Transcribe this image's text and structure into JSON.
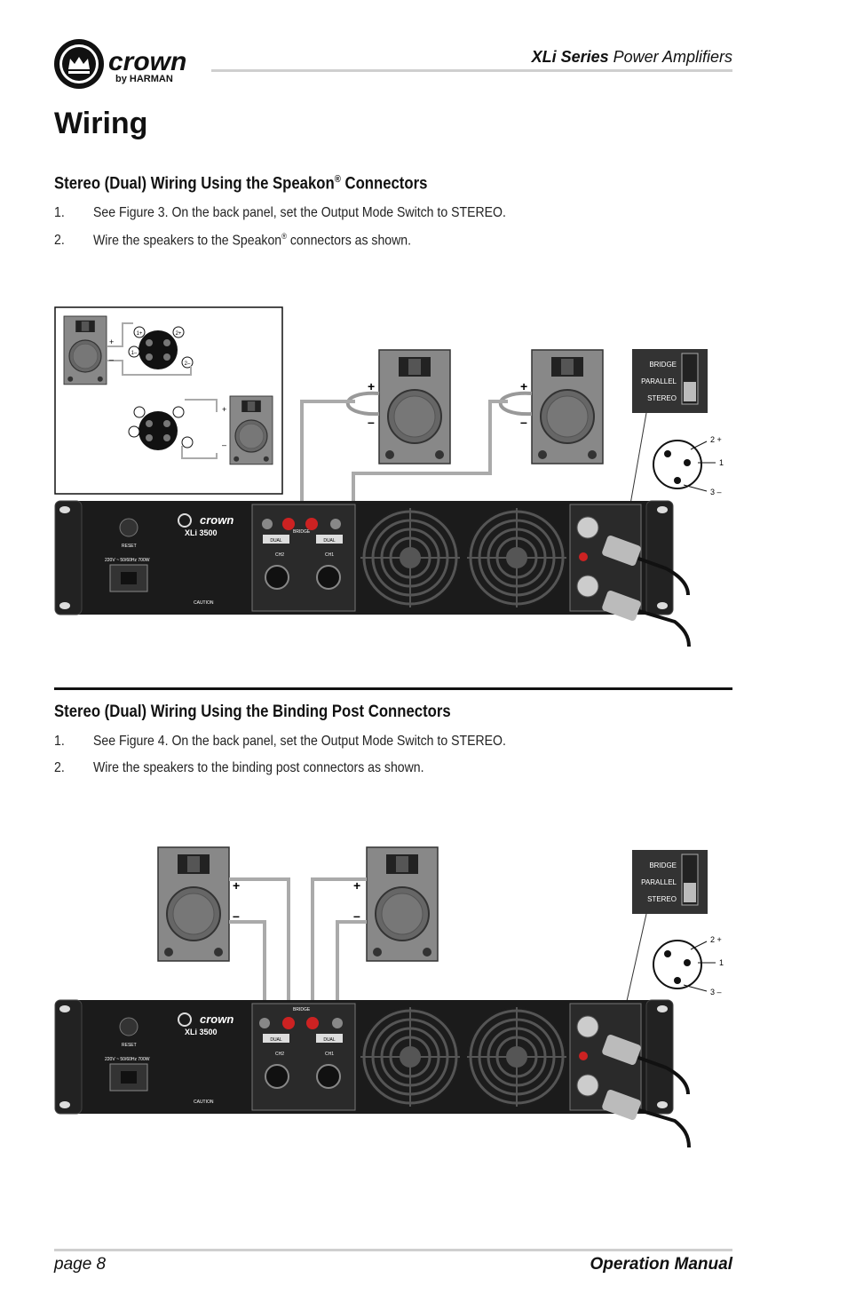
{
  "header": {
    "logo_word": "crown",
    "logo_sub": "by HARMAN",
    "series_bold": "XLi Series",
    "series_rest": " Power Amplifiers"
  },
  "title": "Wiring",
  "section1": {
    "heading_a": "Stereo (Dual) Wiring Using the Speakon",
    "heading_reg": "®",
    "heading_b": " Connectors",
    "step1_num": "1.",
    "step1_text": "See Figure 3. On the back panel, set the Output Mode Switch to STEREO.",
    "step2_num": "2.",
    "step2_a": "Wire the speakers to the Speakon",
    "step2_reg": "®",
    "step2_b": " connectors as shown."
  },
  "section2": {
    "heading": "Stereo (Dual) Wiring Using the Binding Post Connectors",
    "step1_num": "1.",
    "step1_text": "See Figure 4. On the back panel, set the Output Mode Switch to STEREO.",
    "step2_num": "2.",
    "step2_text": "Wire the speakers to the binding post connectors as shown."
  },
  "diagram": {
    "mode_bridge": "BRIDGE",
    "mode_parallel": "PARALLEL",
    "mode_stereo": "STEREO",
    "xlr_pin2": "2 +",
    "xlr_pin1": "1",
    "xlr_pin3": "3 –",
    "plus": "+",
    "minus": "–",
    "amp_brand": "crown",
    "amp_model": "XLi 3500",
    "reset": "RESET",
    "power_rating": "220V ~ 50/60Hz 700W",
    "dual": "DUAL",
    "ch1": "CH1",
    "ch2": "CH2",
    "bridge": "BRIDGE",
    "caution": "CAUTION",
    "speakon_pins": [
      "1+",
      "2+",
      "1–",
      "2–"
    ]
  },
  "footer": {
    "page": "page 8",
    "manual": "Operation Manual"
  }
}
